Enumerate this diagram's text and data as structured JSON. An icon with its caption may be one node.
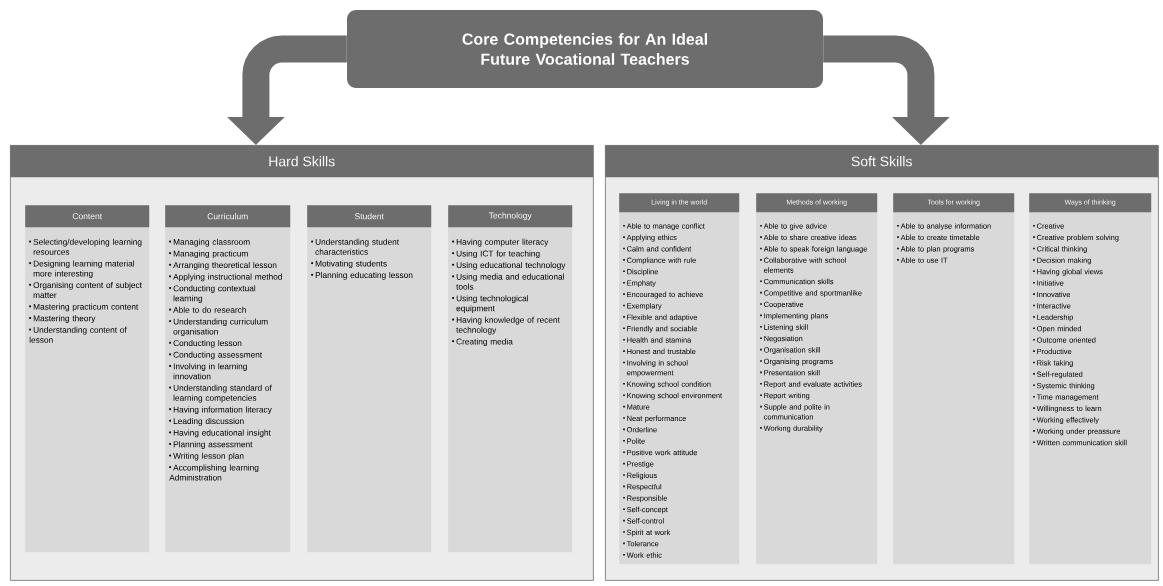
{
  "diagram": {
    "nodes": [
      {
        "text": [
          "Core Competencies for An Ideal Future Vocational Teachers"
        ]
      },
      {
        "text": [
          "Hard Skills"
        ]
      },
      {
        "text": [
          "Content",
          "Selecting/developing learning resources",
          "Designing learning material more interesting",
          "Organising content of subject matter",
          "Mastering practicum content",
          "Mastering theory",
          "Understanding content of lesson"
        ],
        "in": 1
      },
      {
        "text": [
          "Curriculum",
          "Managing classroom",
          "Managing practicum",
          "Arranging theoretical lesson",
          "Applying instructional method",
          "Conducting contextual learning",
          "Able to do research",
          "Understanding curriculum organisation",
          "Conducting lesson",
          "Conducting assessment",
          "Involving in learning innovation",
          "Understanding standard of learning competencies",
          "Having information literacy",
          "Leading discussion",
          "Having educational insight",
          "Planning assessment",
          "Writing lesson plan",
          "Accomplishing learning Administration"
        ],
        "in": 1
      },
      {
        "text": [
          "Student",
          "Understanding student characteristics",
          "Motivating students",
          "Planning educating lesson"
        ],
        "in": 1
      },
      {
        "text": [
          "Technology",
          "Having computer literacy",
          "Using ICT for teaching",
          "Using educational technology",
          "Using media and educational tools",
          "Using technological equipment",
          "Having knowledge of recent technology",
          "Creating media"
        ],
        "in": 1
      },
      {
        "text": [
          "Soft Skills"
        ]
      },
      {
        "text": [
          "Living in the world",
          "Able to manage conflict",
          "Applying ethics",
          "Calm and confident",
          "Compliance with rule",
          "Discipline",
          "Emphaty",
          "Encouraged to achieve",
          "Exemplary",
          "Flexible and adaptive",
          "Friendly and sociable",
          "Health and stamina",
          "Honest and trustable",
          "Involving in school empowerment",
          "Knowing school condition",
          "Knowing school environment",
          "Mature",
          "Neat performance",
          "Orderline",
          "Polite",
          "Positive work attitude",
          "Prestige",
          "Religious",
          "Respectful",
          "Responsible",
          "Self-concept",
          "Self-control",
          "Spirit at work",
          "Tolerance",
          "Work ethic"
        ],
        "in": 6
      },
      {
        "text": [
          "Methods of working",
          "Able to give advice",
          "Able to share creative ideas",
          "Able to speak foreign language",
          "Collaborative with school elements",
          "Communication skills",
          "Competitive and sportmanlike",
          "Cooperative",
          "Implementing plans",
          "Listening skill",
          "Negosiation",
          "Organisation skill",
          "Organising programs",
          "Presentation skill",
          "Report and evaluate activities",
          "Report writing",
          "Supple and polite in communication",
          "Working durability"
        ],
        "in": 6
      },
      {
        "text": [
          "Tools for working",
          "Able to analyse information",
          "Able to create timetable",
          "Able to plan programs",
          "Able to use IT"
        ],
        "in": 6
      },
      {
        "text": [
          "Ways of thinking",
          "Creative",
          "Creative problem solving",
          "Critical thinking",
          "Decision making",
          "Having global views",
          "Initiative",
          "Innovative",
          "Interactive",
          "Leadership",
          "Open minded",
          "Outcome oriented",
          "Productive",
          "Risk taking",
          "Self-regulated",
          "Systemic thinking",
          "Time management",
          "Willingness to learn",
          "Working effectively",
          "Working under preassure",
          "Written communication skill"
        ],
        "in": 6
      }
    ],
    "edges": [
      {
        "from": 0,
        "to": 1,
        "arrow": "to"
      },
      {
        "from": 0,
        "to": 6,
        "arrow": "to"
      }
    ]
  }
}
